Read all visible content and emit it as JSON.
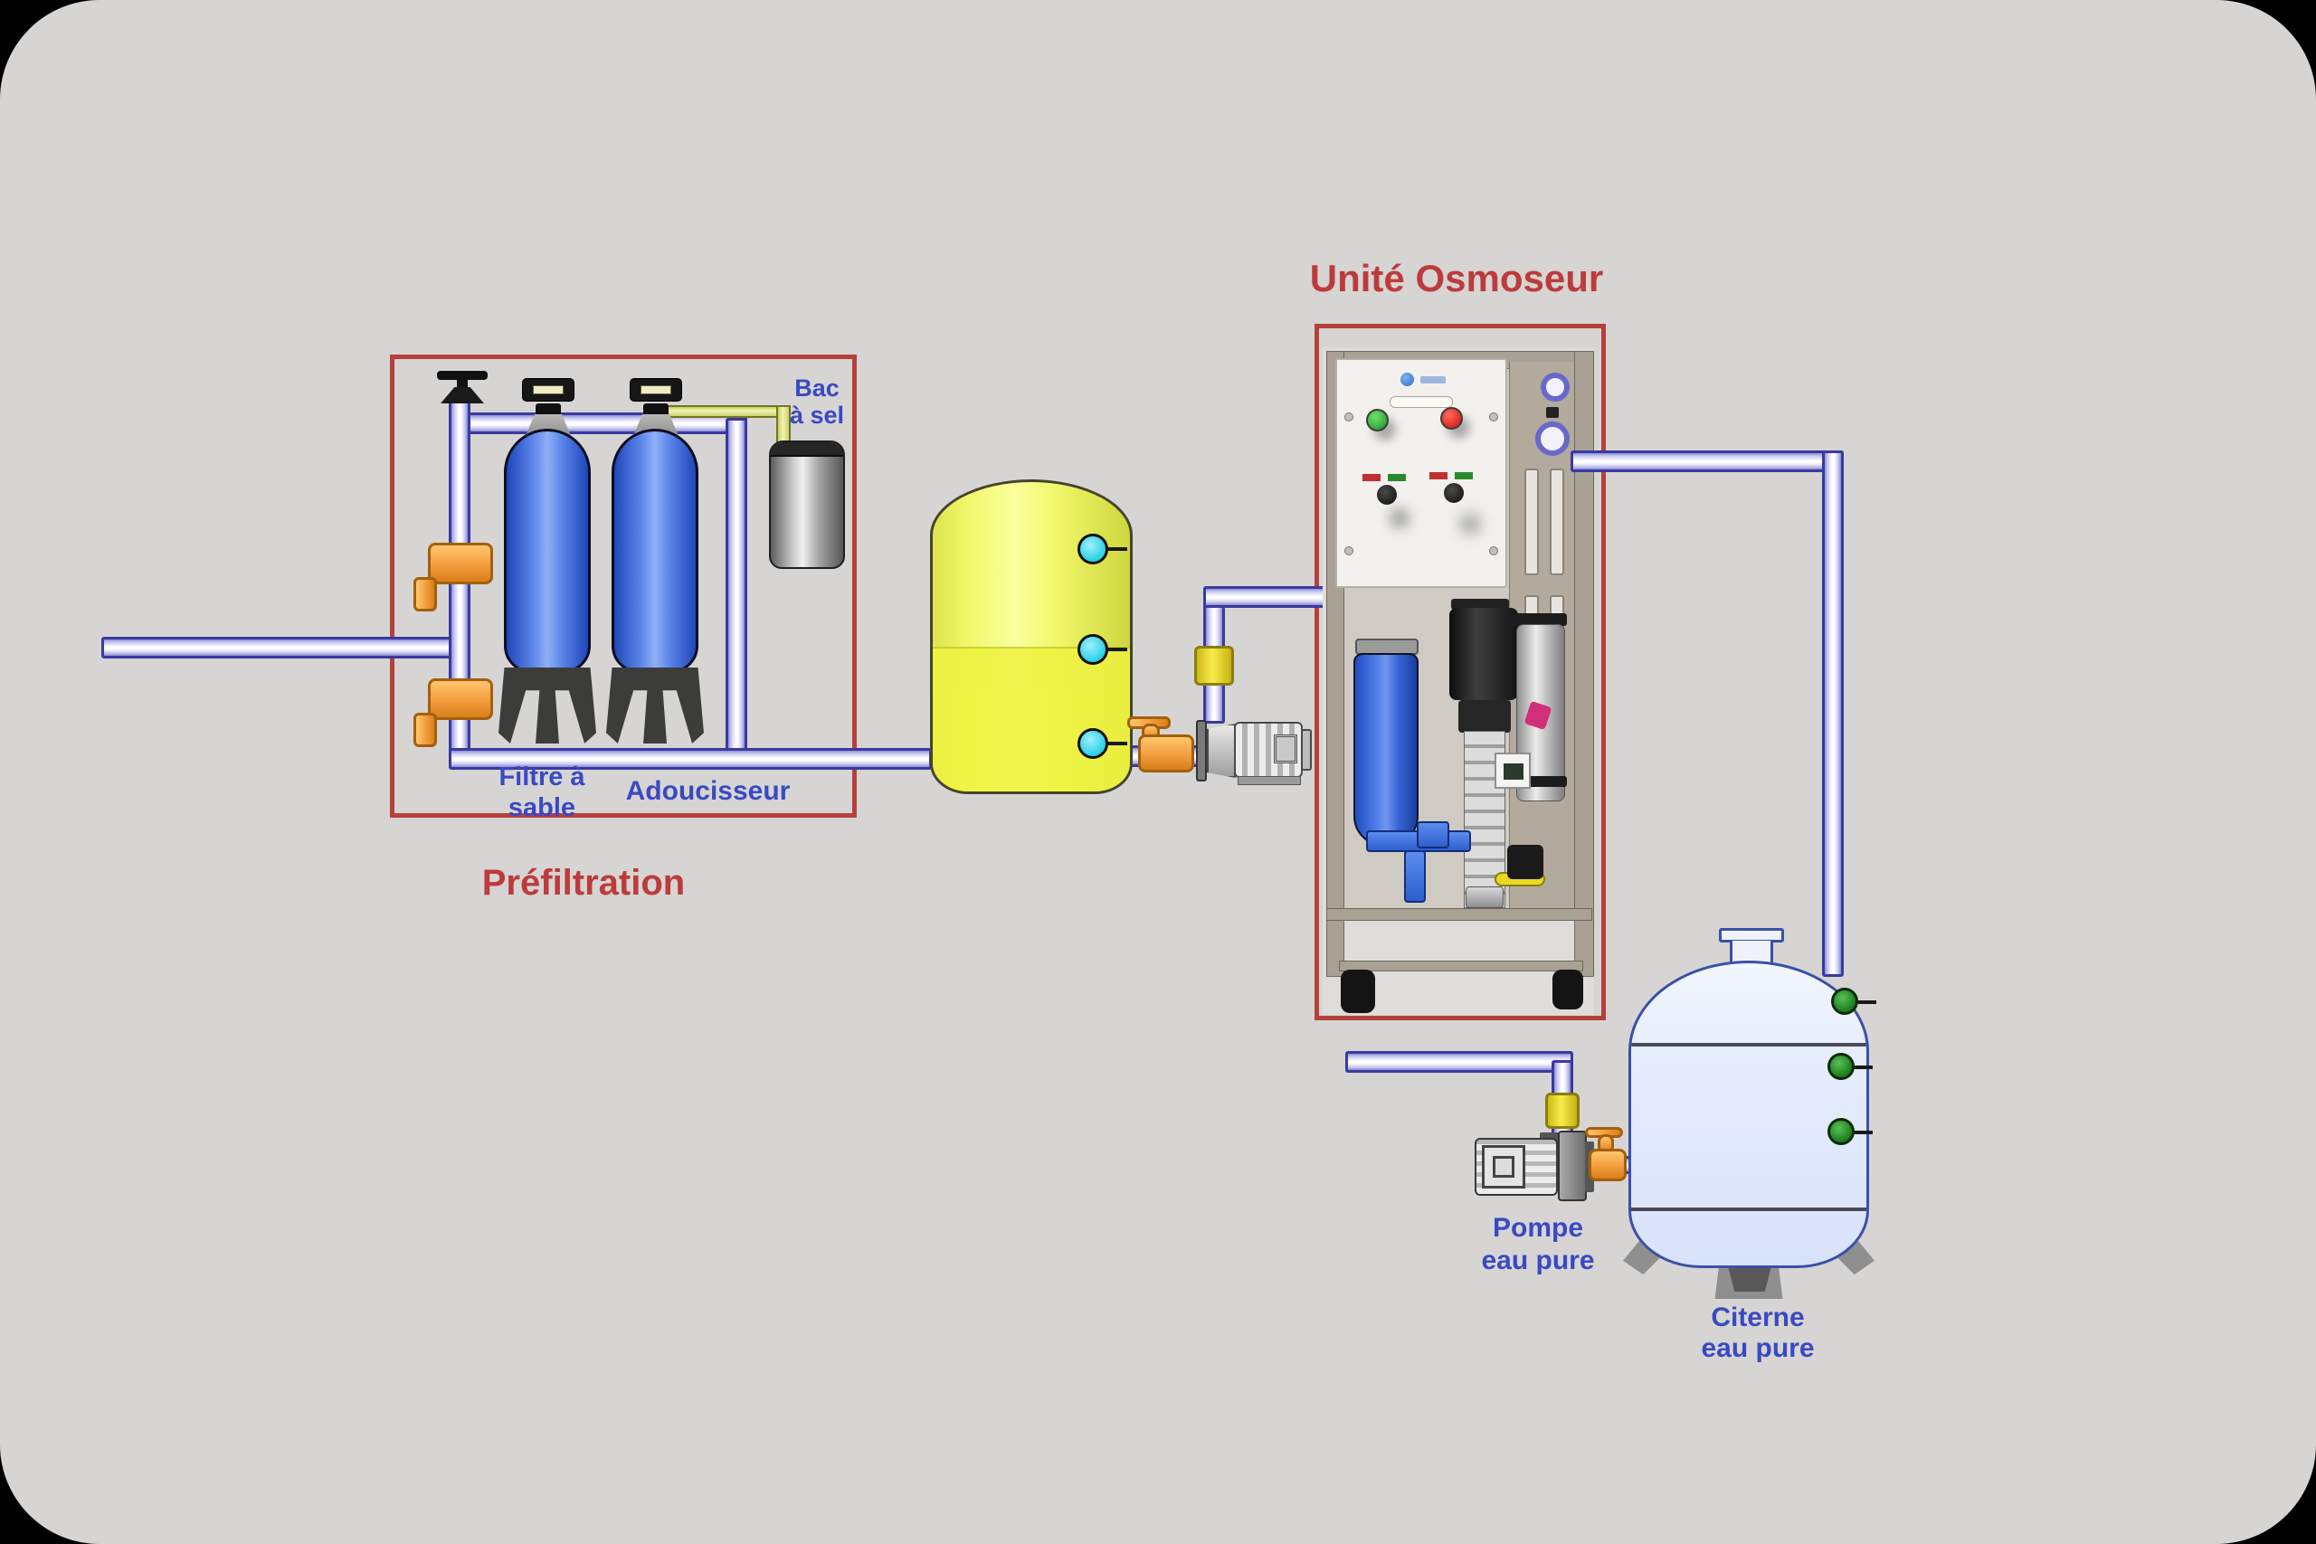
{
  "prefiltration": {
    "title": "Préfiltration",
    "sand_filter_label": [
      "Filtre à",
      "sable"
    ],
    "softener_label": "Adoucisseur",
    "salt_tank_label": [
      "Bac",
      "à sel"
    ]
  },
  "osmosis_unit": {
    "title": "Unité Osmoseur"
  },
  "pure_water": {
    "pump_label": [
      "Pompe",
      "eau pure"
    ],
    "cistern_label": [
      "Citerne",
      "eau pure"
    ]
  },
  "colors": {
    "canvas_background": "#d6d5d3",
    "frame_corners": "#000000",
    "section_box_red": "#b5403c",
    "title_red": "#bd3b3b",
    "label_blue": "#3a49c3",
    "pipe_border_blue": "#3a3aa0",
    "pipe_fill_lavender": "#dcdcf6",
    "salt_pipe_yellow_green": "#e9efa0",
    "tank_blue": "#4a74e0",
    "buffer_tank_yellow": "#f2f966",
    "valve_orange": "#f0993a",
    "union_fitting_yellow": "#f4e428",
    "level_sensor_cyan": "#2bd0e6",
    "level_sensor_green": "#1e7a1e",
    "cistern_light_blue": "#e4ebfb",
    "machine_frame_beige": "#a9a193",
    "button_green": "#2eb82e",
    "button_red": "#e01818",
    "filter_housing_blue": "#2b62d8"
  }
}
